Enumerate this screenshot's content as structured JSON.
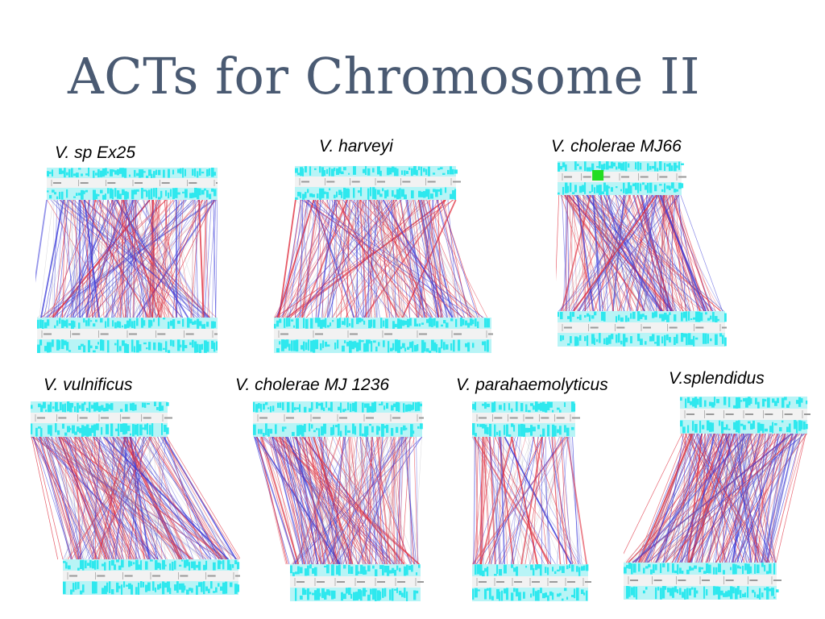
{
  "slide": {
    "title": "ACTs for Chromosome II"
  },
  "panels": [
    {
      "id": "vsp",
      "label": "V. sp Ex25"
    },
    {
      "id": "vharveyi",
      "label": "V. harveyi"
    },
    {
      "id": "vcholerae-mj66",
      "label": "V. cholerae MJ66"
    },
    {
      "id": "vvulnificus",
      "label": "V. vulnificus"
    },
    {
      "id": "vcholerae-mj1236",
      "label": "V. cholerae MJ 1236"
    },
    {
      "id": "vparahaemolyticus",
      "label": "V. parahaemolyticus"
    },
    {
      "id": "vsplendidus",
      "label": "V.splendidus"
    }
  ],
  "colors": {
    "title": "#4a5a72",
    "track": "#2ee8ee",
    "track_light": "#b8f4f6",
    "scale": "#f2f2f2",
    "forward_match": "#e03040",
    "reverse_match": "#3a3ad8",
    "marker_green": "#22dd22"
  }
}
